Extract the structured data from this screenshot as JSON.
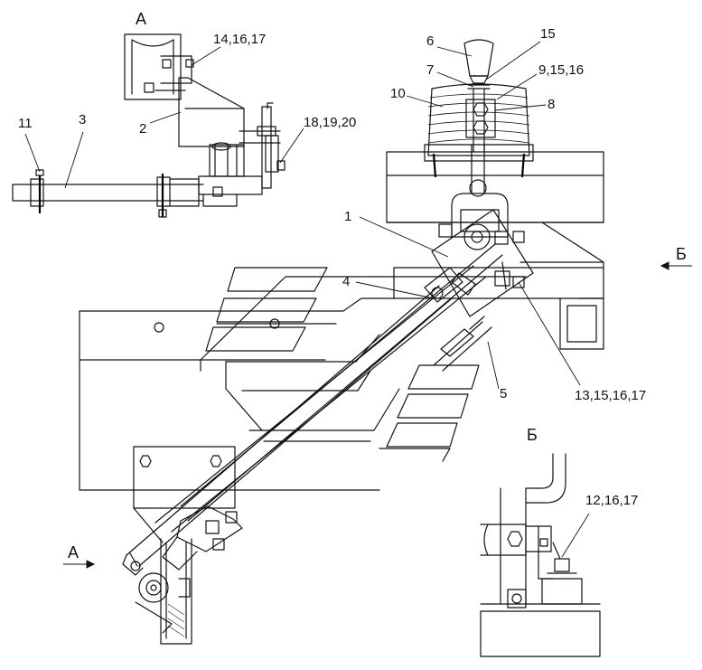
{
  "views": {
    "a_title": "А",
    "b_title": "Б",
    "a_arrow_label": "А",
    "b_arrow_label": "Б"
  },
  "callouts": [
    "1",
    "2",
    "3",
    "4",
    "5",
    "6",
    "7",
    "8",
    "9,15,16",
    "10",
    "11",
    "12,16,17",
    "13,15,16,17",
    "14,16,17",
    "15",
    "18,19,20"
  ]
}
